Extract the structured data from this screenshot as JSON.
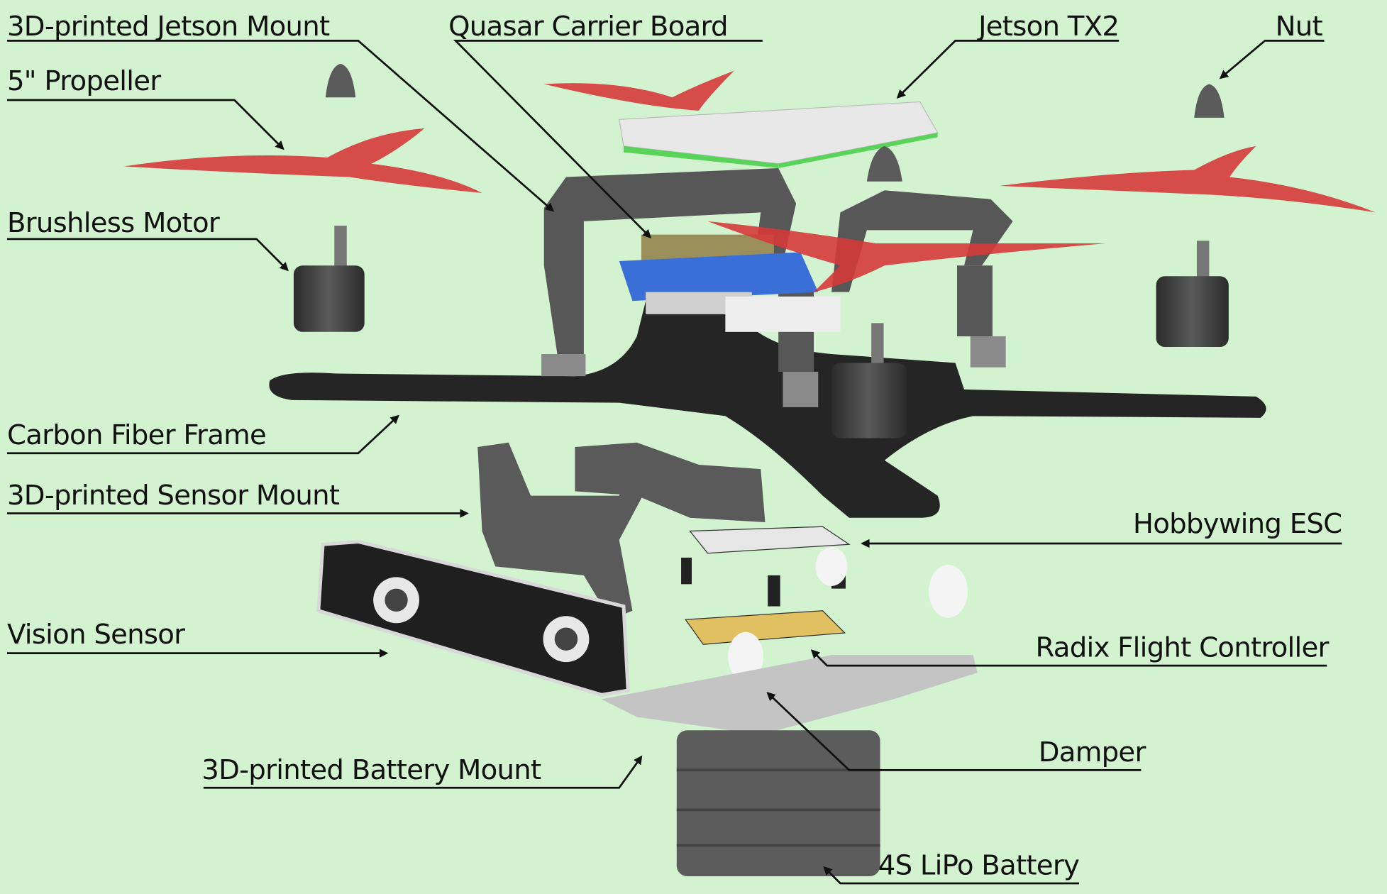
{
  "colors": {
    "background": "#d3f3d0",
    "propeller": "#d63a3a",
    "frame": "#2a2a2a",
    "mount": "#555555",
    "carrier_board": "#3a6fd8"
  },
  "labels": {
    "jetson_mount": "3D-printed Jetson Mount",
    "propeller": "5\" Propeller",
    "carrier_board": "Quasar Carrier Board",
    "jetson_tx2": "Jetson TX2",
    "nut": "Nut",
    "motor": "Brushless Motor",
    "frame": "Carbon Fiber Frame",
    "sensor_mount": "3D-printed Sensor Mount",
    "esc": "Hobbywing ESC",
    "vision_sensor": "Vision Sensor",
    "flight_controller": "Radix Flight Controller",
    "damper": "Damper",
    "battery_mount": "3D-printed Battery Mount",
    "battery": "4S LiPo Battery"
  }
}
